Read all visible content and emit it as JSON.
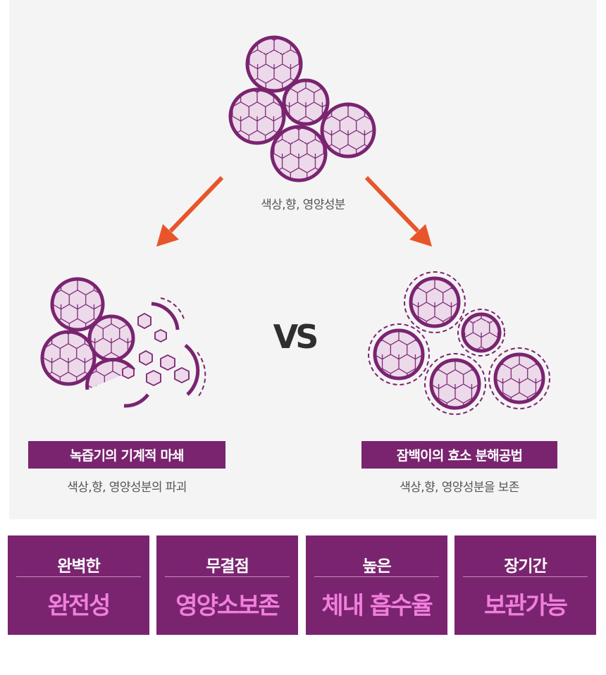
{
  "colors": {
    "brand": "#7a2470",
    "highlight": "#f07fdc",
    "arrow": "#e8552a",
    "cell_fill": "#ecd9ea"
  },
  "diagram": {
    "top_caption": "색상,향, 영양성분",
    "vs_label": "VS",
    "left": {
      "title": "녹즙기의 기계적 마쇄",
      "caption": "색상,향, 영양성분의 파괴"
    },
    "right": {
      "title": "잠백이의 효소 분해공법",
      "caption": "색상,향, 영양성분을 보존"
    }
  },
  "features": [
    {
      "subtitle": "완벽한",
      "title": "완전성"
    },
    {
      "subtitle": "무결점",
      "title": "영양소보존"
    },
    {
      "subtitle": "높은",
      "title": "체내 흡수율"
    },
    {
      "subtitle": "장기간",
      "title": "보관가능"
    }
  ]
}
